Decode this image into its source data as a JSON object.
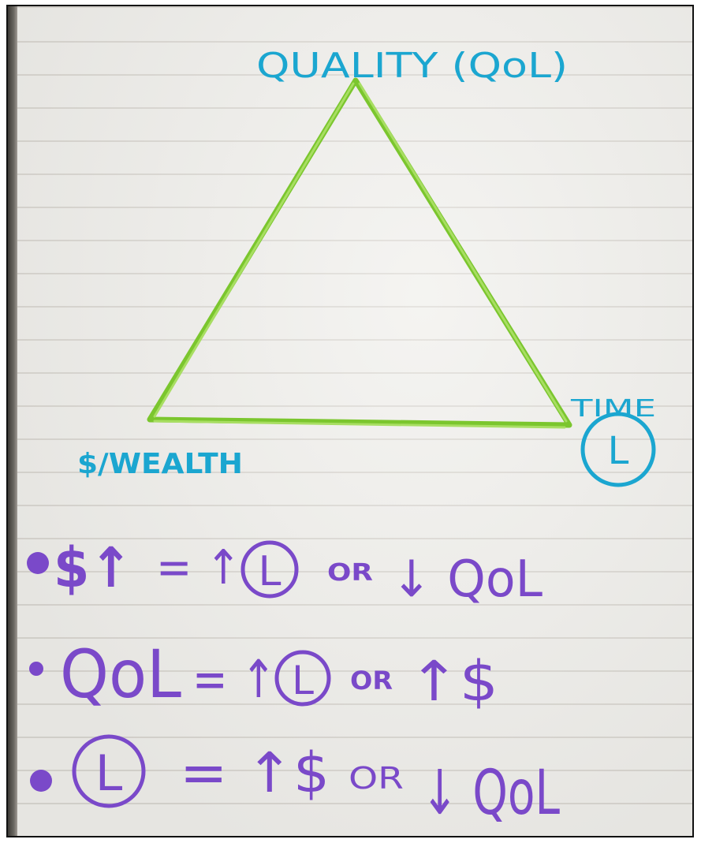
{
  "labels": {
    "top": "QUALITY (QoL)",
    "left": "$/WEALTH",
    "right": "TIME",
    "clock_letter": "L"
  },
  "notes": [
    {
      "lhs": "$↑",
      "mid": "= ↑",
      "or": "OR",
      "rhs": "↓ QoL",
      "clock_letter": "L"
    },
    {
      "lhs": "QoL",
      "mid": "= ↑",
      "or": "OR",
      "rhs": "↑$",
      "clock_letter": "L"
    },
    {
      "lhs": "",
      "mid": "= ↑$",
      "or": "OR",
      "rhs": "↓ QoL",
      "clock_letter": "L"
    }
  ],
  "colors": {
    "triangle": "#7bc62e",
    "label_ink": "#1ba6d0",
    "note_ink": "#7a49c9",
    "paper": "#efeeea"
  },
  "icons": [
    "clock-icon",
    "bullet-dot-icon",
    "up-arrow",
    "down-arrow"
  ]
}
